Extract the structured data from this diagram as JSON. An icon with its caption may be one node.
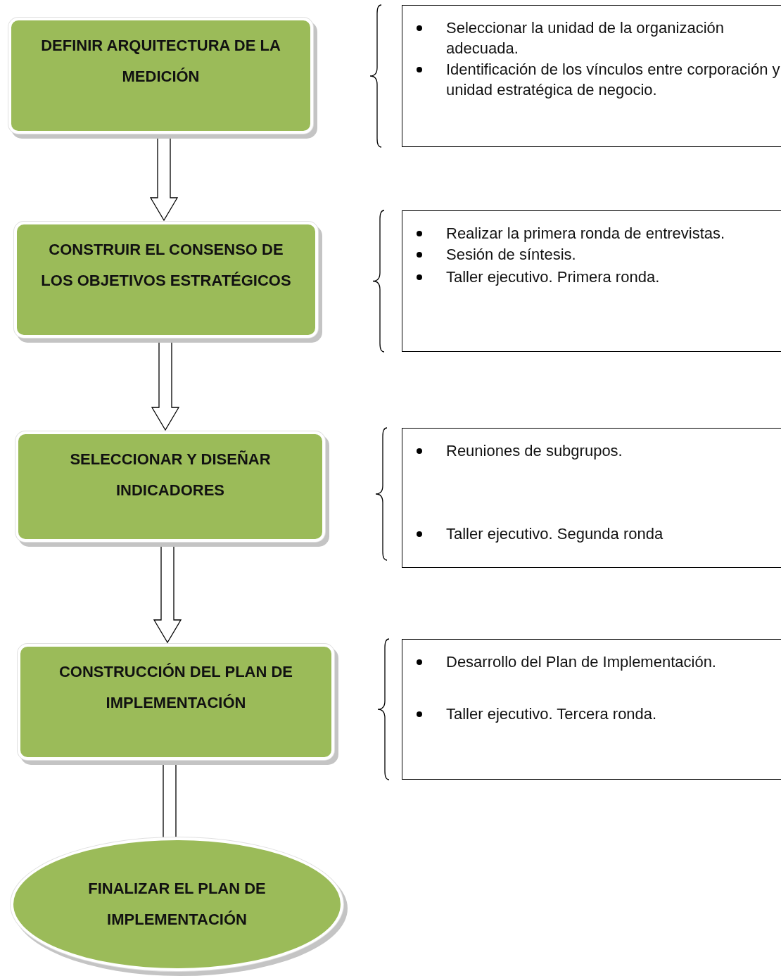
{
  "diagram": {
    "nodes": [
      {
        "text": [
          "DEFINIR ARQUITECTURA DE LA MEDICIÓN"
        ]
      },
      {
        "text": [
          "CONSTRUIR EL CONSENSO DE LOS OBJETIVOS ESTRATÉGICOS"
        ]
      },
      {
        "text": [
          "SELECCIONAR Y DISEÑAR INDICADORES"
        ]
      },
      {
        "text": [
          "CONSTRUCCIÓN DEL PLAN DE IMPLEMENTACIÓN"
        ]
      },
      {
        "text": [
          "FINALIZAR EL PLAN DE IMPLEMENTACIÓN"
        ]
      },
      {
        "text": [
          "Seleccionar la unidad de la organización adecuada.",
          "Identificación de los vínculos entre corporación y unidad estratégica de negocio."
        ]
      },
      {
        "text": [
          "Realizar la primera ronda de entrevistas.",
          "Sesión de síntesis.",
          "Taller ejecutivo. Primera ronda."
        ]
      },
      {
        "text": [
          "Reuniones de subgrupos.",
          "Taller ejecutivo. Segunda ronda"
        ]
      },
      {
        "text": [
          "Desarrollo del Plan de Implementación.",
          "Taller ejecutivo. Tercera ronda."
        ]
      }
    ],
    "edges": [
      {
        "from": 0,
        "to": 1,
        "arrow": "to"
      },
      {
        "from": 1,
        "to": 2,
        "arrow": "to"
      },
      {
        "from": 2,
        "to": 3,
        "arrow": "to"
      },
      {
        "from": 3,
        "to": 4,
        "arrow": "none"
      }
    ]
  }
}
